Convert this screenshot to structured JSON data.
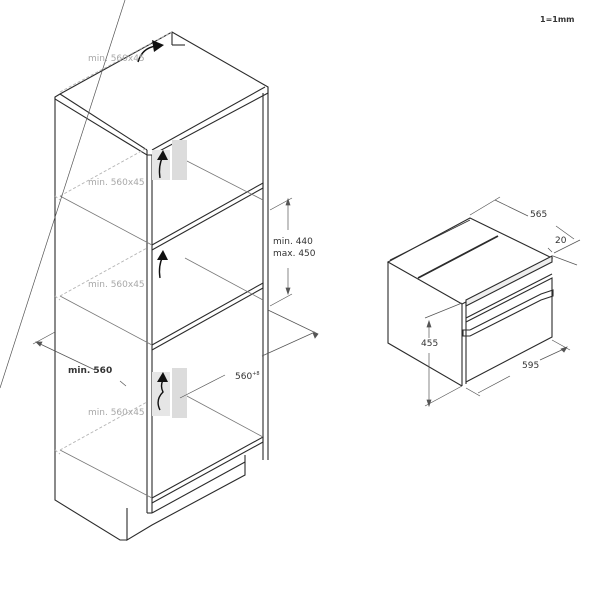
{
  "scale_note": "1=1mm",
  "cabinet": {
    "vent_labels": [
      "min. 560x45",
      "min. 560x45",
      "min. 560x45",
      "min. 560x45"
    ],
    "niche_height": {
      "line1": "min. 440",
      "line2": "max. 450"
    },
    "cabinet_width": "min. 560",
    "niche_depth": {
      "value": "560",
      "tolerance": "+8"
    }
  },
  "appliance": {
    "depth": "565",
    "door_thickness": "20",
    "height": "455",
    "width": "595"
  },
  "colors": {
    "line": "#2b2b2b",
    "dimension": "#555555",
    "dashed": "#b5b5b5",
    "vent_shade": "#dcdcdc"
  }
}
